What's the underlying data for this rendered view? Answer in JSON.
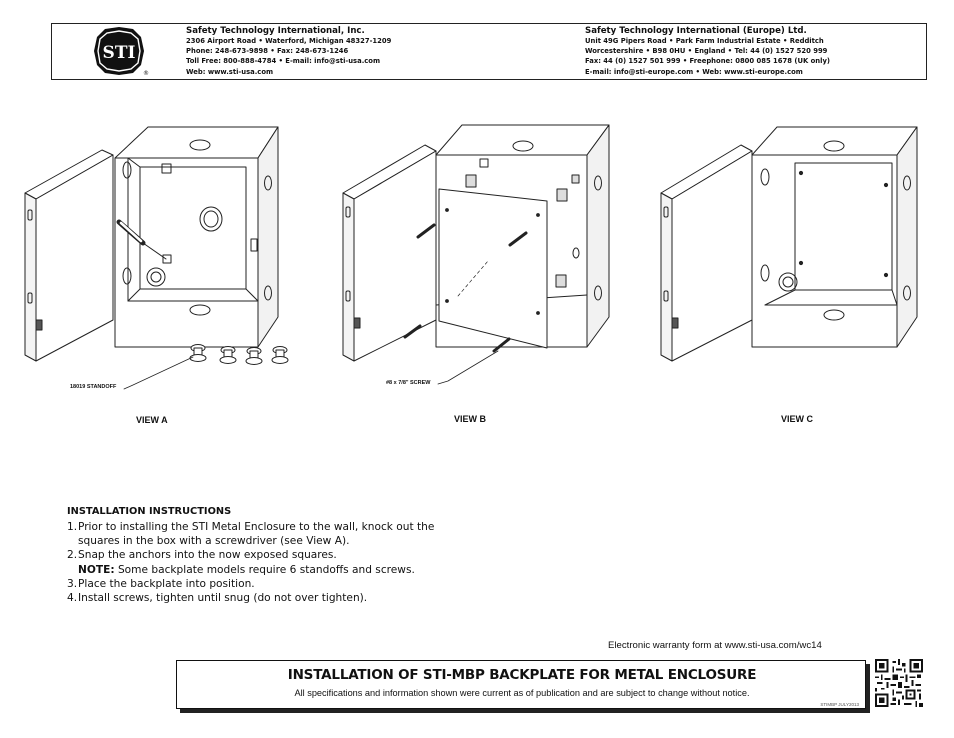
{
  "company_us": {
    "name": "Safety Technology International, Inc.",
    "lines": [
      "2306 Airport Road • Waterford, Michigan 48327-1209",
      "Phone: 248-673-9898 • Fax: 248-673-1246",
      "Toll Free: 800-888-4784 • E-mail: info@sti-usa.com",
      "Web: www.sti-usa.com"
    ]
  },
  "company_eu": {
    "name": "Safety Technology International (Europe) Ltd.",
    "lines": [
      "Unit 49G Pipers Road • Park Farm Industrial Estate • Redditch",
      "Worcestershire • B98 0HU • England • Tel: 44 (0) 1527 520 999",
      "Fax: 44 (0) 1527 501 999 • Freephone: 0800 085 1678 (UK only)",
      "E-mail: info@sti-europe.com • Web: www.sti-europe.com"
    ]
  },
  "logo": {
    "text": "STI",
    "reg": "®"
  },
  "views": {
    "a": {
      "label": "VIEW A",
      "callout": "18019 STANDOFF"
    },
    "b": {
      "label": "VIEW B",
      "callout": "#8 x 7/8\" SCREW"
    },
    "c": {
      "label": "VIEW C"
    }
  },
  "instructions": {
    "heading": "INSTALLATION INSTRUCTIONS",
    "steps": [
      {
        "num": "1.",
        "text": "Prior to installing the STI Metal Enclosure to the wall, knock out the squares in the box with a screwdriver (see View A)."
      },
      {
        "num": "2.",
        "text": "Snap the anchors into the now exposed squares.",
        "note_label": "NOTE:",
        "note_text": " Some backplate models require 6 standoffs and screws."
      },
      {
        "num": "3.",
        "text": "Place the backplate into position."
      },
      {
        "num": "4.",
        "text": "Install screws, tighten until snug (do not over tighten)."
      }
    ]
  },
  "warranty": "Electronic warranty form at www.sti-usa.com/wc14",
  "footer": {
    "title": "INSTALLATION OF STI-MBP BACKPLATE FOR METAL ENCLOSURE",
    "subtitle": "All specifications and information shown were current as of publication and are subject to change without notice.",
    "doc_code": "STIMBP JULY2013"
  },
  "colors": {
    "ink": "#111111",
    "line": "#222222",
    "background": "#ffffff"
  }
}
